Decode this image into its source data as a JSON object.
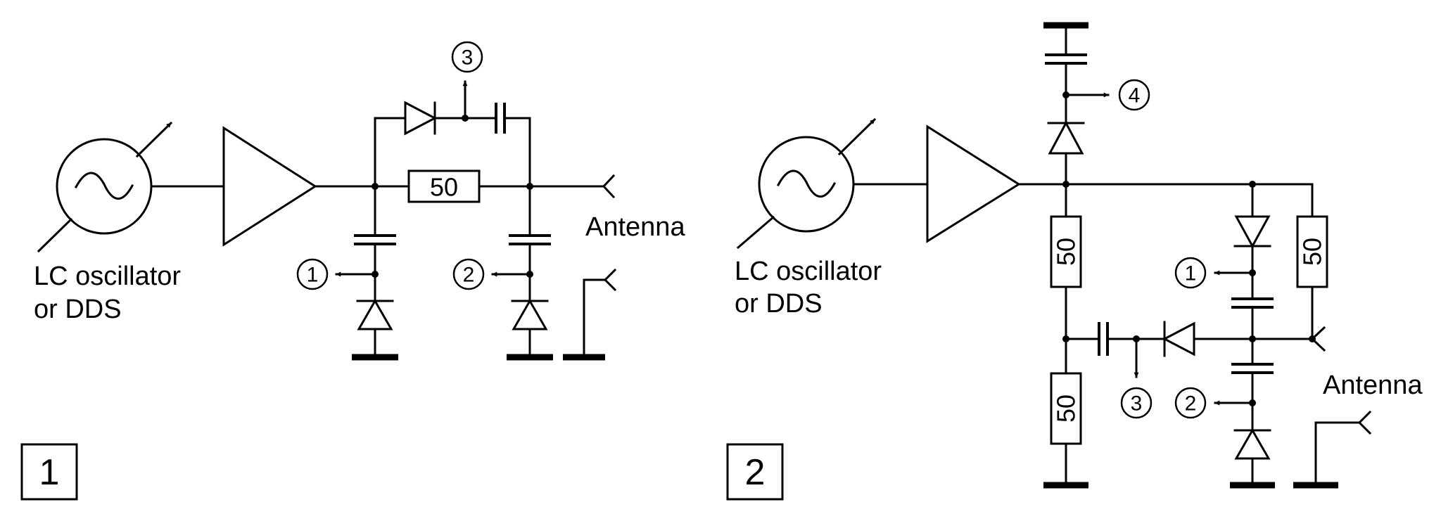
{
  "figure1": {
    "panel_number": "1",
    "oscillator_label_line1": "LC oscillator",
    "oscillator_label_line2": "or DDS",
    "resistor_value": "50",
    "antenna_label": "Antenna",
    "test_points": [
      "1",
      "2",
      "3"
    ]
  },
  "figure2": {
    "panel_number": "2",
    "oscillator_label_line1": "LC oscillator",
    "oscillator_label_line2": "or DDS",
    "resistor_values": [
      "50",
      "50",
      "50"
    ],
    "antenna_label": "Antenna",
    "test_points": [
      "1",
      "2",
      "3",
      "4"
    ]
  }
}
